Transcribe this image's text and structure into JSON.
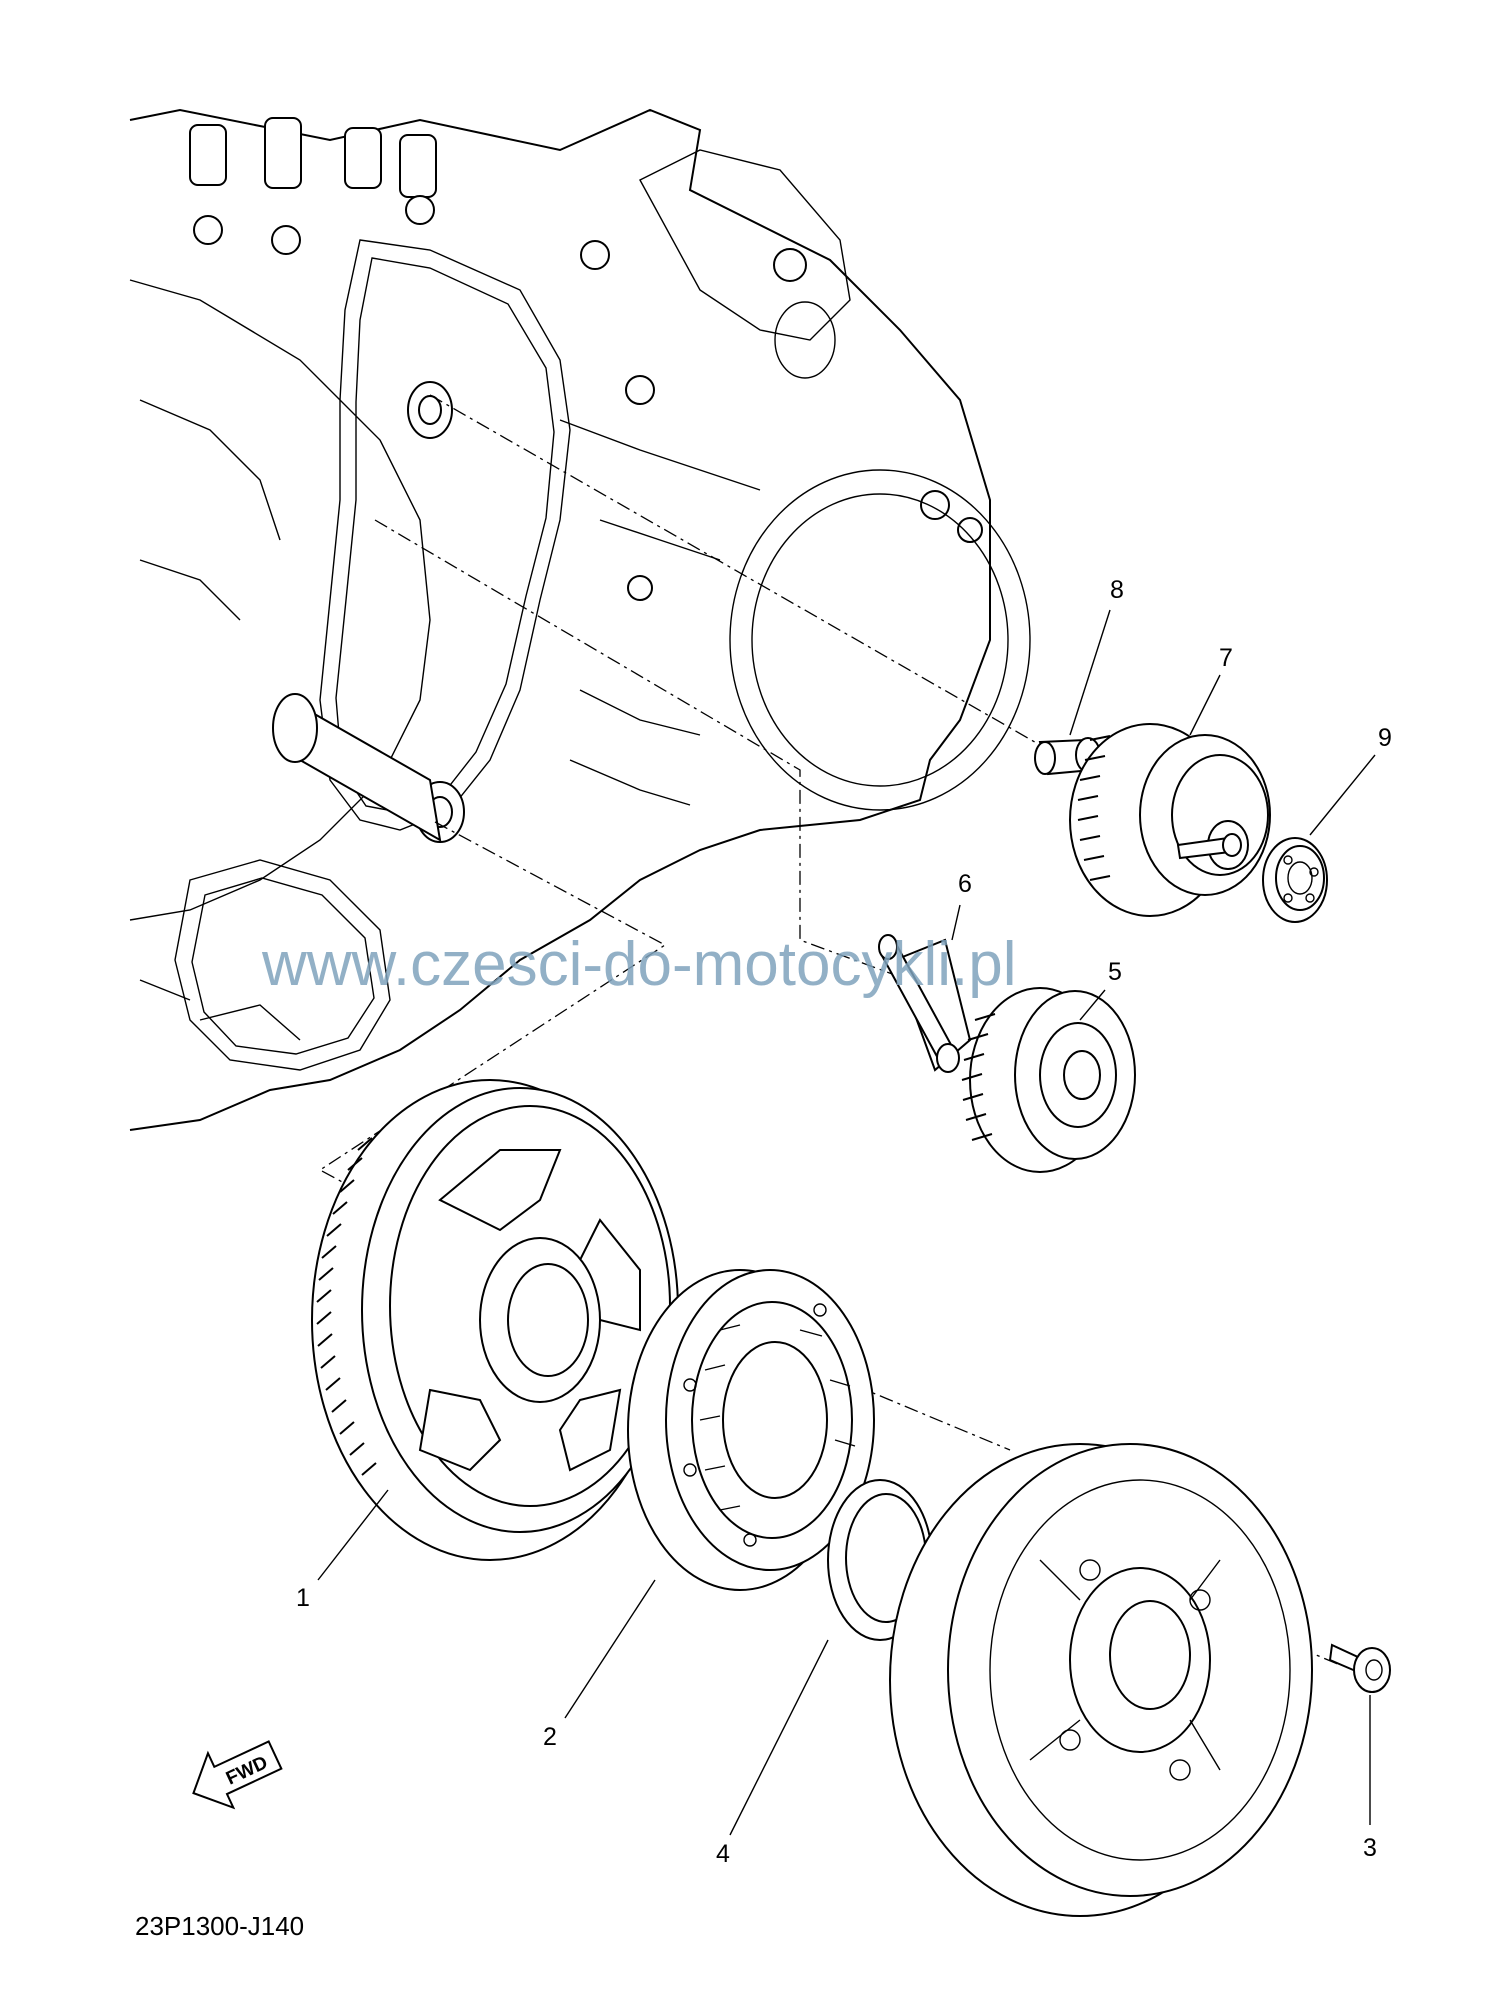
{
  "diagram": {
    "code_label": "23P1300-J140",
    "watermark": "www.czesci-do-motocykli.pl",
    "fwd_label": "FWD",
    "callouts": [
      {
        "id": "1",
        "text": "1"
      },
      {
        "id": "2",
        "text": "2"
      },
      {
        "id": "3",
        "text": "3"
      },
      {
        "id": "4",
        "text": "4"
      },
      {
        "id": "5",
        "text": "5"
      },
      {
        "id": "6",
        "text": "6"
      },
      {
        "id": "7",
        "text": "7"
      },
      {
        "id": "8",
        "text": "8"
      },
      {
        "id": "9",
        "text": "9"
      }
    ]
  }
}
